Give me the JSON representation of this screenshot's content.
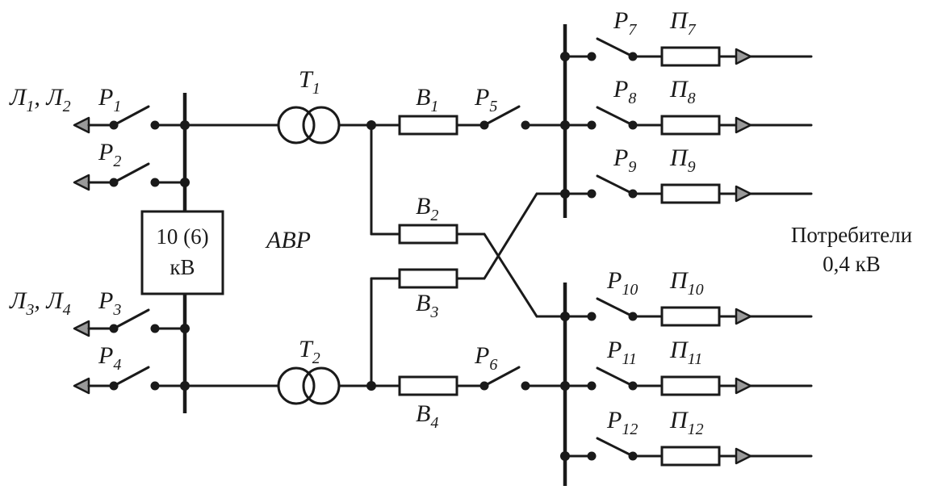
{
  "labels": {
    "line_group_1": {
      "main": "Л",
      "sub1": "1",
      "sep": ", ",
      "main2": "Л",
      "sub2": "2"
    },
    "line_group_2": {
      "main": "Л",
      "sub1": "3",
      "sep": ", ",
      "main2": "Л",
      "sub2": "4"
    },
    "hv_box": {
      "line1": "10 (6)",
      "line2": "кВ"
    },
    "avr": "АВР",
    "consumers": {
      "line1": "Потребители",
      "line2": "0,4 кВ"
    }
  },
  "switches": [
    {
      "letter": "Р",
      "num": "1"
    },
    {
      "letter": "Р",
      "num": "2"
    },
    {
      "letter": "Р",
      "num": "3"
    },
    {
      "letter": "Р",
      "num": "4"
    },
    {
      "letter": "Р",
      "num": "5"
    },
    {
      "letter": "Р",
      "num": "6"
    },
    {
      "letter": "Р",
      "num": "7"
    },
    {
      "letter": "Р",
      "num": "8"
    },
    {
      "letter": "Р",
      "num": "9"
    },
    {
      "letter": "Р",
      "num": "10"
    },
    {
      "letter": "Р",
      "num": "11"
    },
    {
      "letter": "Р",
      "num": "12"
    }
  ],
  "transformers": [
    {
      "letter": "Т",
      "num": "1"
    },
    {
      "letter": "Т",
      "num": "2"
    }
  ],
  "breakers": [
    {
      "letter": "В",
      "num": "1"
    },
    {
      "letter": "В",
      "num": "2"
    },
    {
      "letter": "В",
      "num": "3"
    },
    {
      "letter": "В",
      "num": "4"
    }
  ],
  "fuses": [
    {
      "letter": "П",
      "num": "7"
    },
    {
      "letter": "П",
      "num": "8"
    },
    {
      "letter": "П",
      "num": "9"
    },
    {
      "letter": "П",
      "num": "10"
    },
    {
      "letter": "П",
      "num": "11"
    },
    {
      "letter": "П",
      "num": "12"
    }
  ]
}
